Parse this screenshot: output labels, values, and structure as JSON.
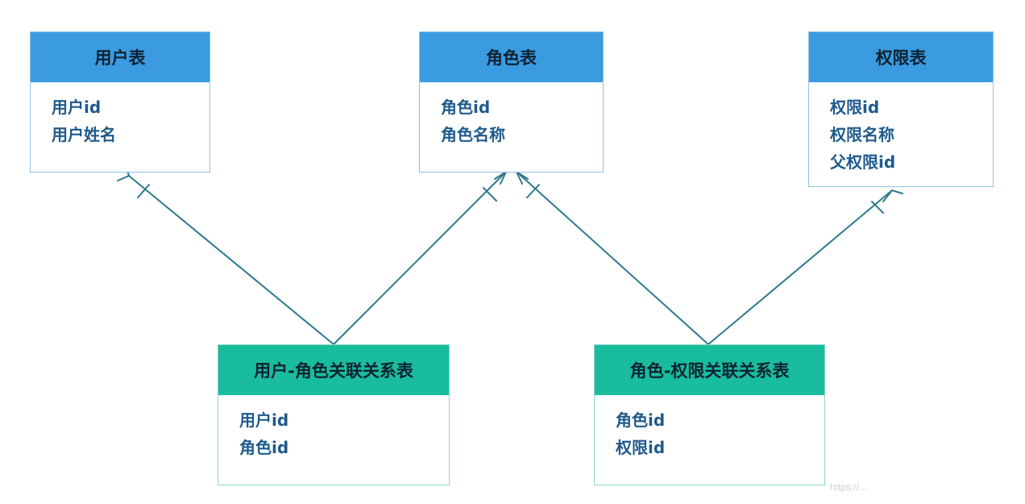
{
  "entities": {
    "user_table": {
      "title": "用户表",
      "fields": [
        "用户id",
        "用户姓名"
      ]
    },
    "role_table": {
      "title": "角色表",
      "fields": [
        "角色id",
        "角色名称"
      ]
    },
    "permission_table": {
      "title": "权限表",
      "fields": [
        "权限id",
        "权限名称",
        "父权限id"
      ]
    },
    "user_role_table": {
      "title": "用户-角色关联关系表",
      "fields": [
        "用户id",
        "角色id"
      ]
    },
    "role_permission_table": {
      "title": "角色-权限关联关系表",
      "fields": [
        "角色id",
        "权限id"
      ]
    }
  },
  "relationships": [
    {
      "from": "user_role_table",
      "to": "user_table",
      "notation": "many-to-one"
    },
    {
      "from": "user_role_table",
      "to": "role_table",
      "notation": "many-to-one"
    },
    {
      "from": "role_permission_table",
      "to": "role_table",
      "notation": "many-to-one"
    },
    {
      "from": "role_permission_table",
      "to": "permission_table",
      "notation": "many-to-one"
    }
  ],
  "colors": {
    "main_header": "#3a9be0",
    "relation_header": "#19bc9c",
    "connector": "#2c7a8c",
    "field_text": "#1f5a8c"
  },
  "watermark": "https://..."
}
